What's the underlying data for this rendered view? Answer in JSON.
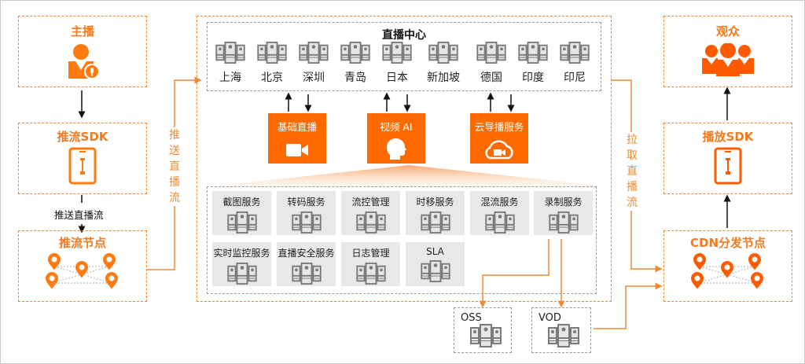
{
  "colors": {
    "accent": "#ff6a00",
    "orange_line": "#f08a32",
    "server_gray": "#7a7a7a",
    "service_bg": "#e8e8e8"
  },
  "left": {
    "anchor": {
      "title": "主播",
      "icon": "anchor-user-mic-icon"
    },
    "push_sdk": {
      "title": "推流SDK",
      "icon": "mobile-wrench-icon"
    },
    "push_arrow_label": "推送直播流",
    "push_node": {
      "title": "推流节点",
      "icon": "location-pins-network-icon"
    },
    "side_label": "推送直播流"
  },
  "center": {
    "title": "直播中心",
    "cities": [
      "上海",
      "北京",
      "深圳",
      "青岛",
      "日本",
      "新加坡",
      "德国",
      "印度",
      "印尼"
    ],
    "products": [
      {
        "label": "基础直播",
        "icon": "video-camera-icon"
      },
      {
        "label": "视频 AI",
        "icon": "head-profile-icon"
      },
      {
        "label": "云导播服务",
        "icon": "cloud-camera-icon"
      }
    ],
    "services_row1": [
      "截图服务",
      "转码服务",
      "流控管理",
      "时移服务",
      "混流服务",
      "录制服务"
    ],
    "services_row2": [
      "实时监控服务",
      "直播安全服务",
      "日志管理",
      "SLA"
    ]
  },
  "storage": {
    "oss": "OSS",
    "vod": "VOD"
  },
  "right": {
    "side_label": "拉取直播流",
    "audience": {
      "title": "观众",
      "icon": "audience-group-icon"
    },
    "play_sdk": {
      "title": "播放SDK",
      "icon": "mobile-wrench-icon"
    },
    "cdn_node": {
      "title": "CDN分发节点",
      "icon": "location-pins-network-icon"
    }
  }
}
